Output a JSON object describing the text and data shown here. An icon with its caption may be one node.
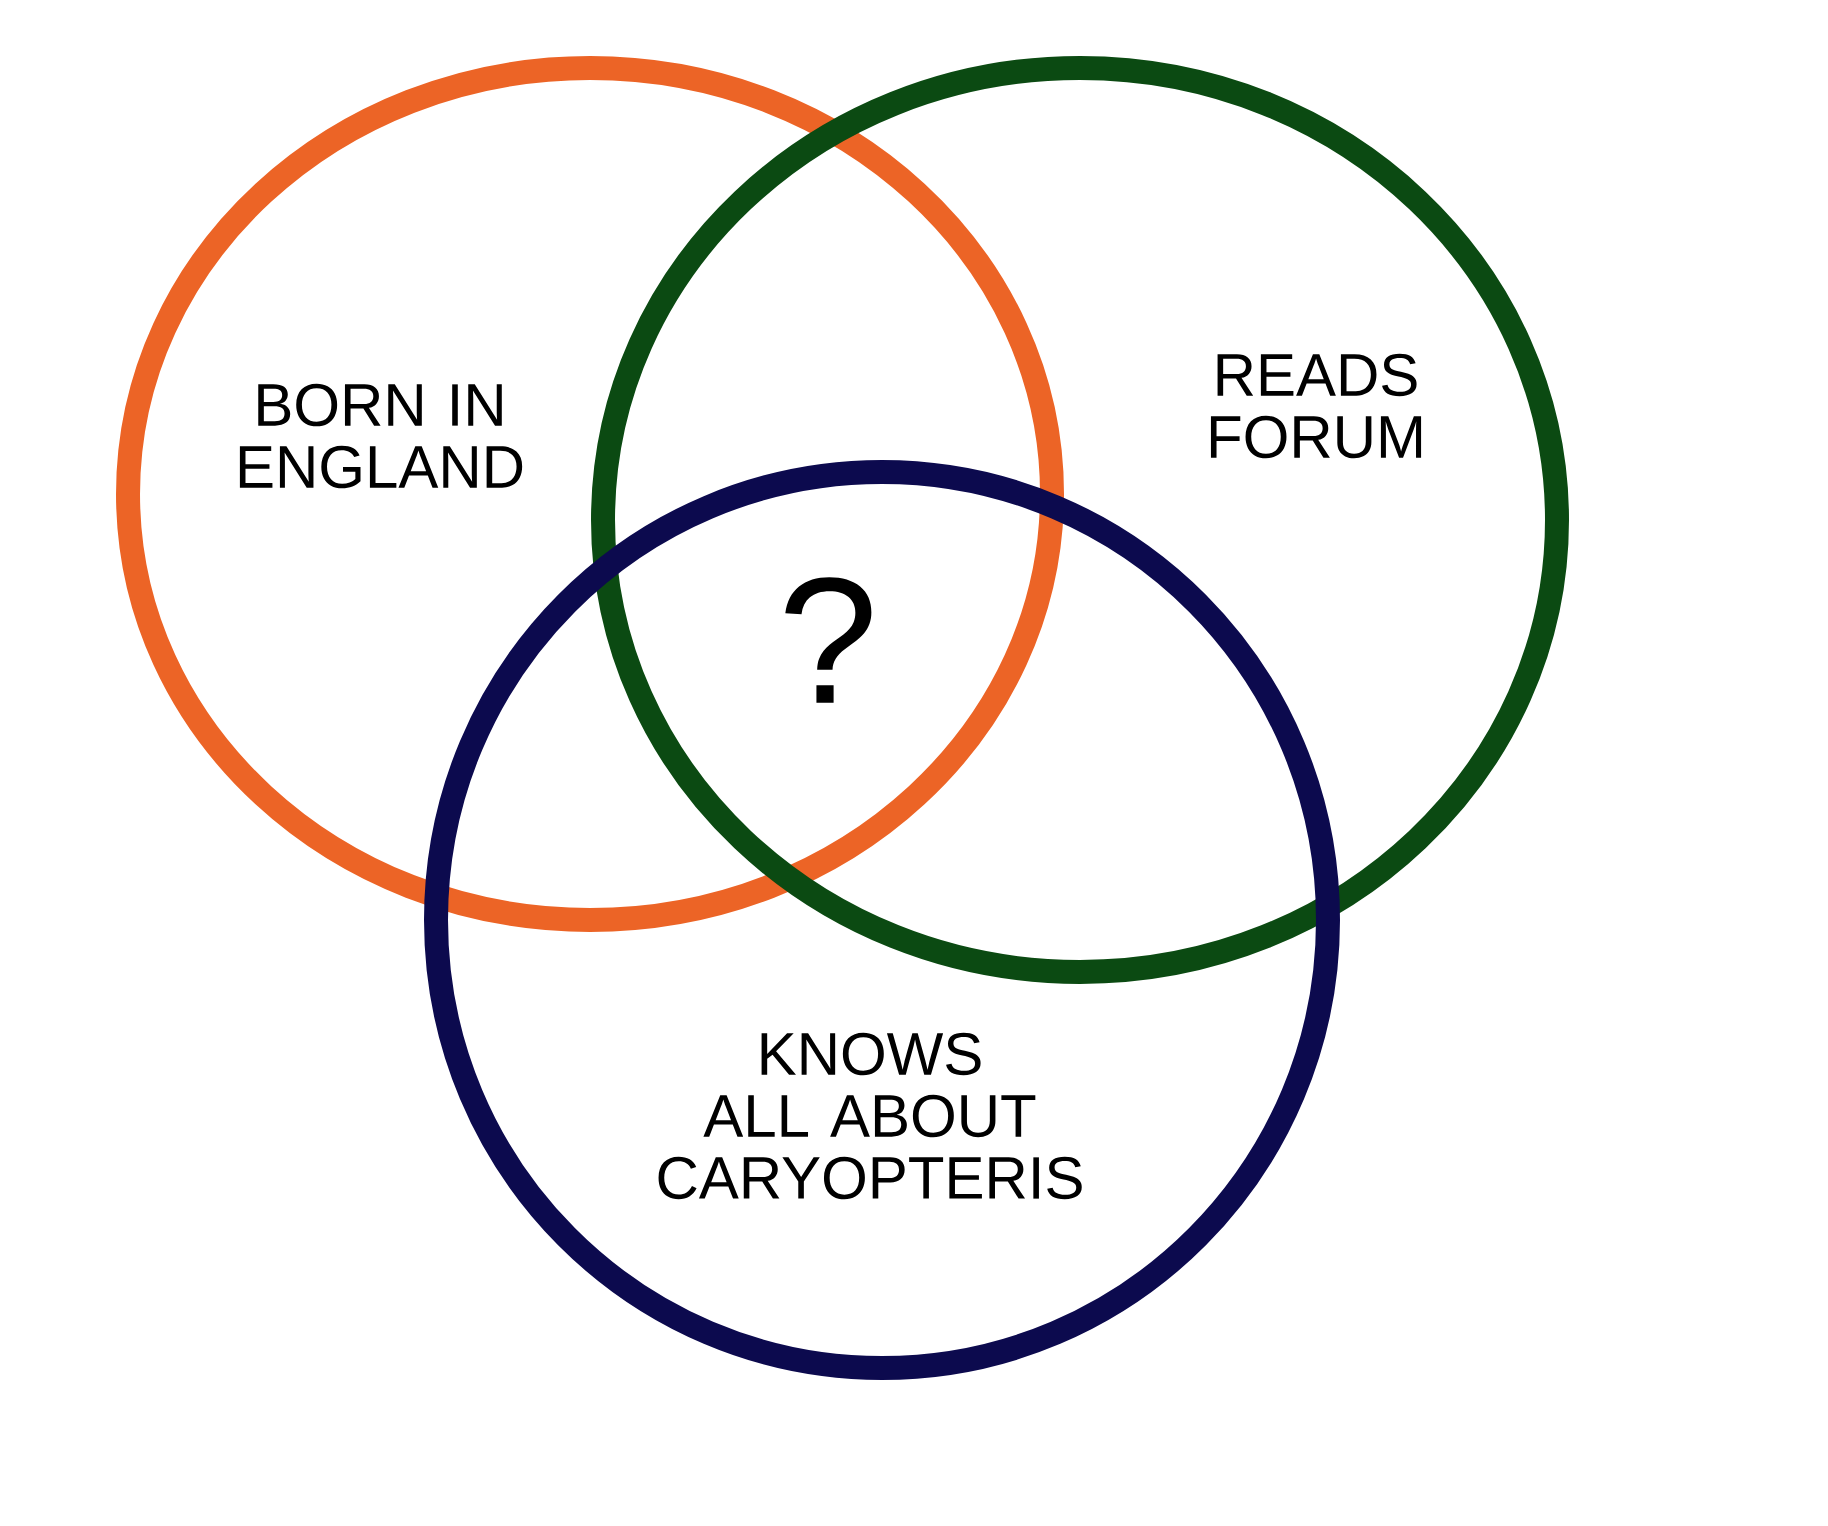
{
  "diagram": {
    "nodes": [
      {
        "text": [
          "BORN IN ENGLAND"
        ]
      },
      {
        "text": [
          "READS FORUM"
        ]
      },
      {
        "text": [
          "KNOWS ALL ABOUT CARYOPTERIS"
        ]
      }
    ],
    "labels": [
      "?"
    ]
  }
}
